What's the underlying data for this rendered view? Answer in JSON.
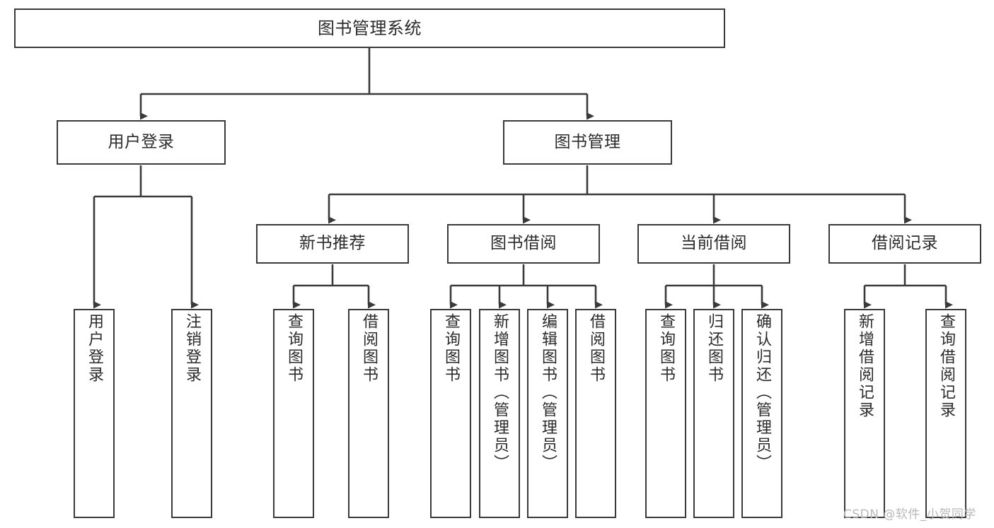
{
  "diagram": {
    "type": "tree-hierarchy",
    "title": "图书管理系统",
    "orientation": "top-down",
    "colors": {
      "box_border": "#3a3a3a",
      "box_fill": "#ffffff",
      "connector": "#3a3a3a",
      "text": "#2b2b2b",
      "background": "#ffffff",
      "watermark": "#b9b9b9"
    }
  },
  "root": {
    "label": "图书管理系统"
  },
  "level2": [
    {
      "id": "user-login",
      "label": "用户登录"
    },
    {
      "id": "book-manage",
      "label": "图书管理"
    }
  ],
  "level3": [
    {
      "id": "new-book-recommend",
      "label": "新书推荐",
      "parent": "book-manage"
    },
    {
      "id": "book-borrow",
      "label": "图书借阅",
      "parent": "book-manage"
    },
    {
      "id": "current-borrow",
      "label": "当前借阅",
      "parent": "book-manage"
    },
    {
      "id": "borrow-record",
      "label": "借阅记录",
      "parent": "book-manage"
    }
  ],
  "leaves": [
    {
      "id": "leaf-user-login",
      "label": "用户登录",
      "parent": "user-login"
    },
    {
      "id": "leaf-logout",
      "label": "注销登录",
      "parent": "user-login"
    },
    {
      "id": "leaf-query-book-1",
      "label": "查询图书",
      "parent": "new-book-recommend"
    },
    {
      "id": "leaf-borrow-book-1",
      "label": "借阅图书",
      "parent": "new-book-recommend"
    },
    {
      "id": "leaf-query-book-2",
      "label": "查询图书",
      "parent": "book-borrow"
    },
    {
      "id": "leaf-add-book",
      "label": "新增图书（管理员）",
      "parent": "book-borrow"
    },
    {
      "id": "leaf-edit-book",
      "label": "编辑图书（管理员）",
      "parent": "book-borrow"
    },
    {
      "id": "leaf-borrow-book-2",
      "label": "借阅图书",
      "parent": "book-borrow"
    },
    {
      "id": "leaf-query-book-3",
      "label": "查询图书",
      "parent": "current-borrow"
    },
    {
      "id": "leaf-return-book",
      "label": "归还图书",
      "parent": "current-borrow"
    },
    {
      "id": "leaf-confirm-return",
      "label": "确认归还（管理员）",
      "parent": "current-borrow"
    },
    {
      "id": "leaf-add-record",
      "label": "新增借阅记录",
      "parent": "borrow-record"
    },
    {
      "id": "leaf-query-record",
      "label": "查询借阅记录",
      "parent": "borrow-record"
    }
  ],
  "watermark": {
    "text": "CSDN @软件_小贺同学"
  }
}
